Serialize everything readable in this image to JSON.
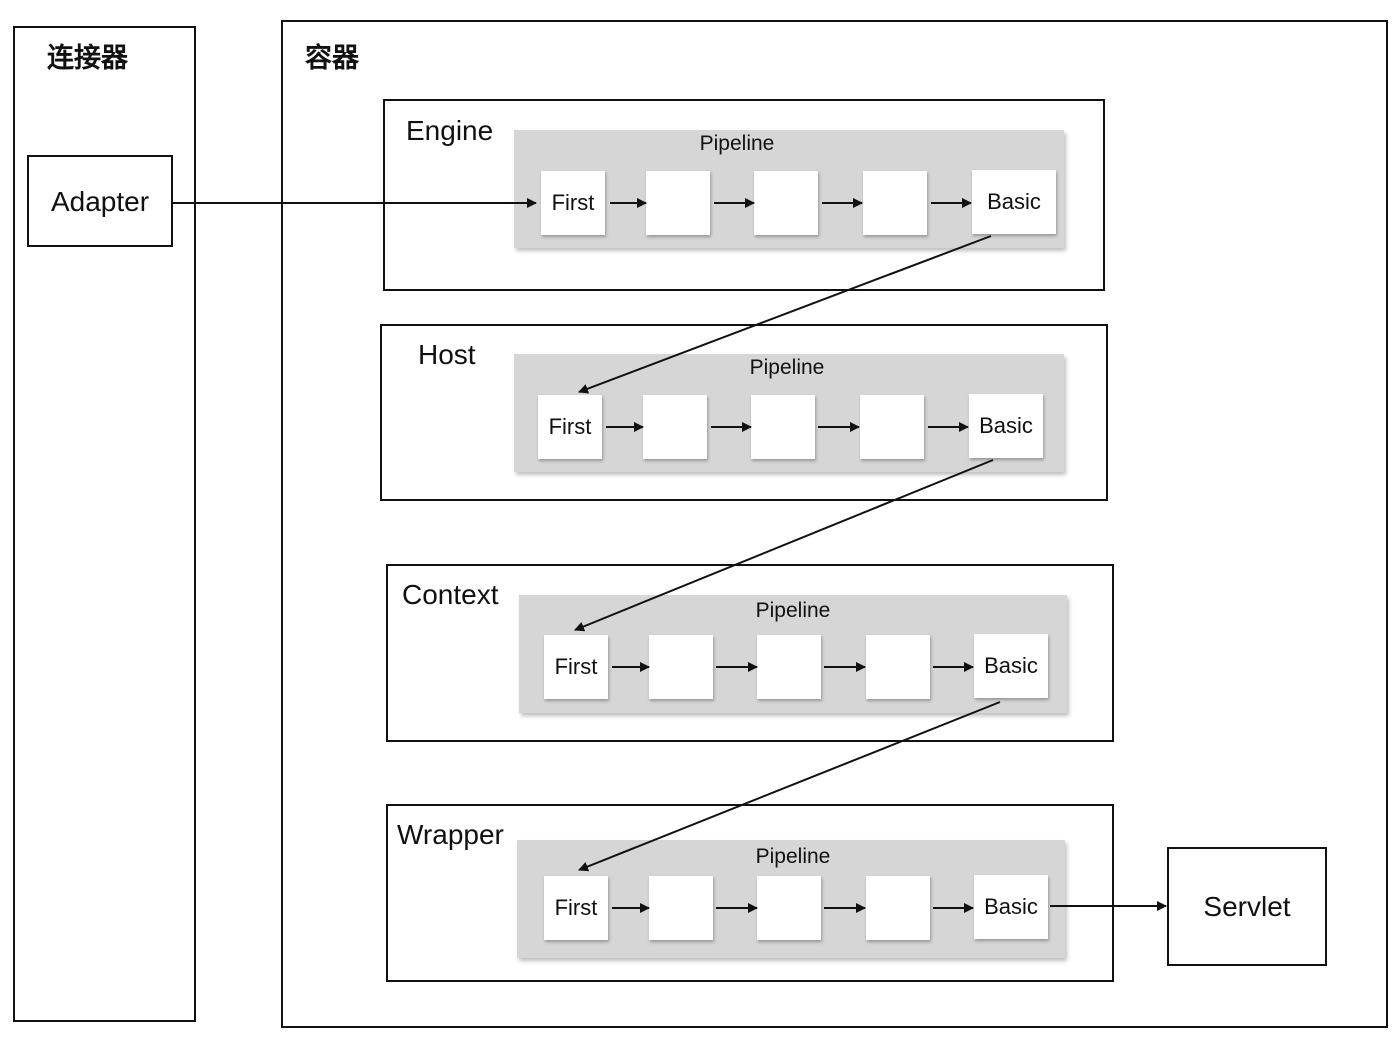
{
  "connector": {
    "title": "连接器",
    "adapter_label": "Adapter"
  },
  "container": {
    "title": "容器"
  },
  "layers": [
    {
      "name": "Engine",
      "pipeline_label": "Pipeline",
      "first_label": "First",
      "basic_label": "Basic"
    },
    {
      "name": "Host",
      "pipeline_label": "Pipeline",
      "first_label": "First",
      "basic_label": "Basic"
    },
    {
      "name": "Context",
      "pipeline_label": "Pipeline",
      "first_label": "First",
      "basic_label": "Basic"
    },
    {
      "name": "Wrapper",
      "pipeline_label": "Pipeline",
      "first_label": "First",
      "basic_label": "Basic"
    }
  ],
  "servlet": {
    "label": "Servlet"
  },
  "colors": {
    "line": "#111111",
    "pipeline": "#d6d6d6",
    "valve": "#ffffff"
  }
}
